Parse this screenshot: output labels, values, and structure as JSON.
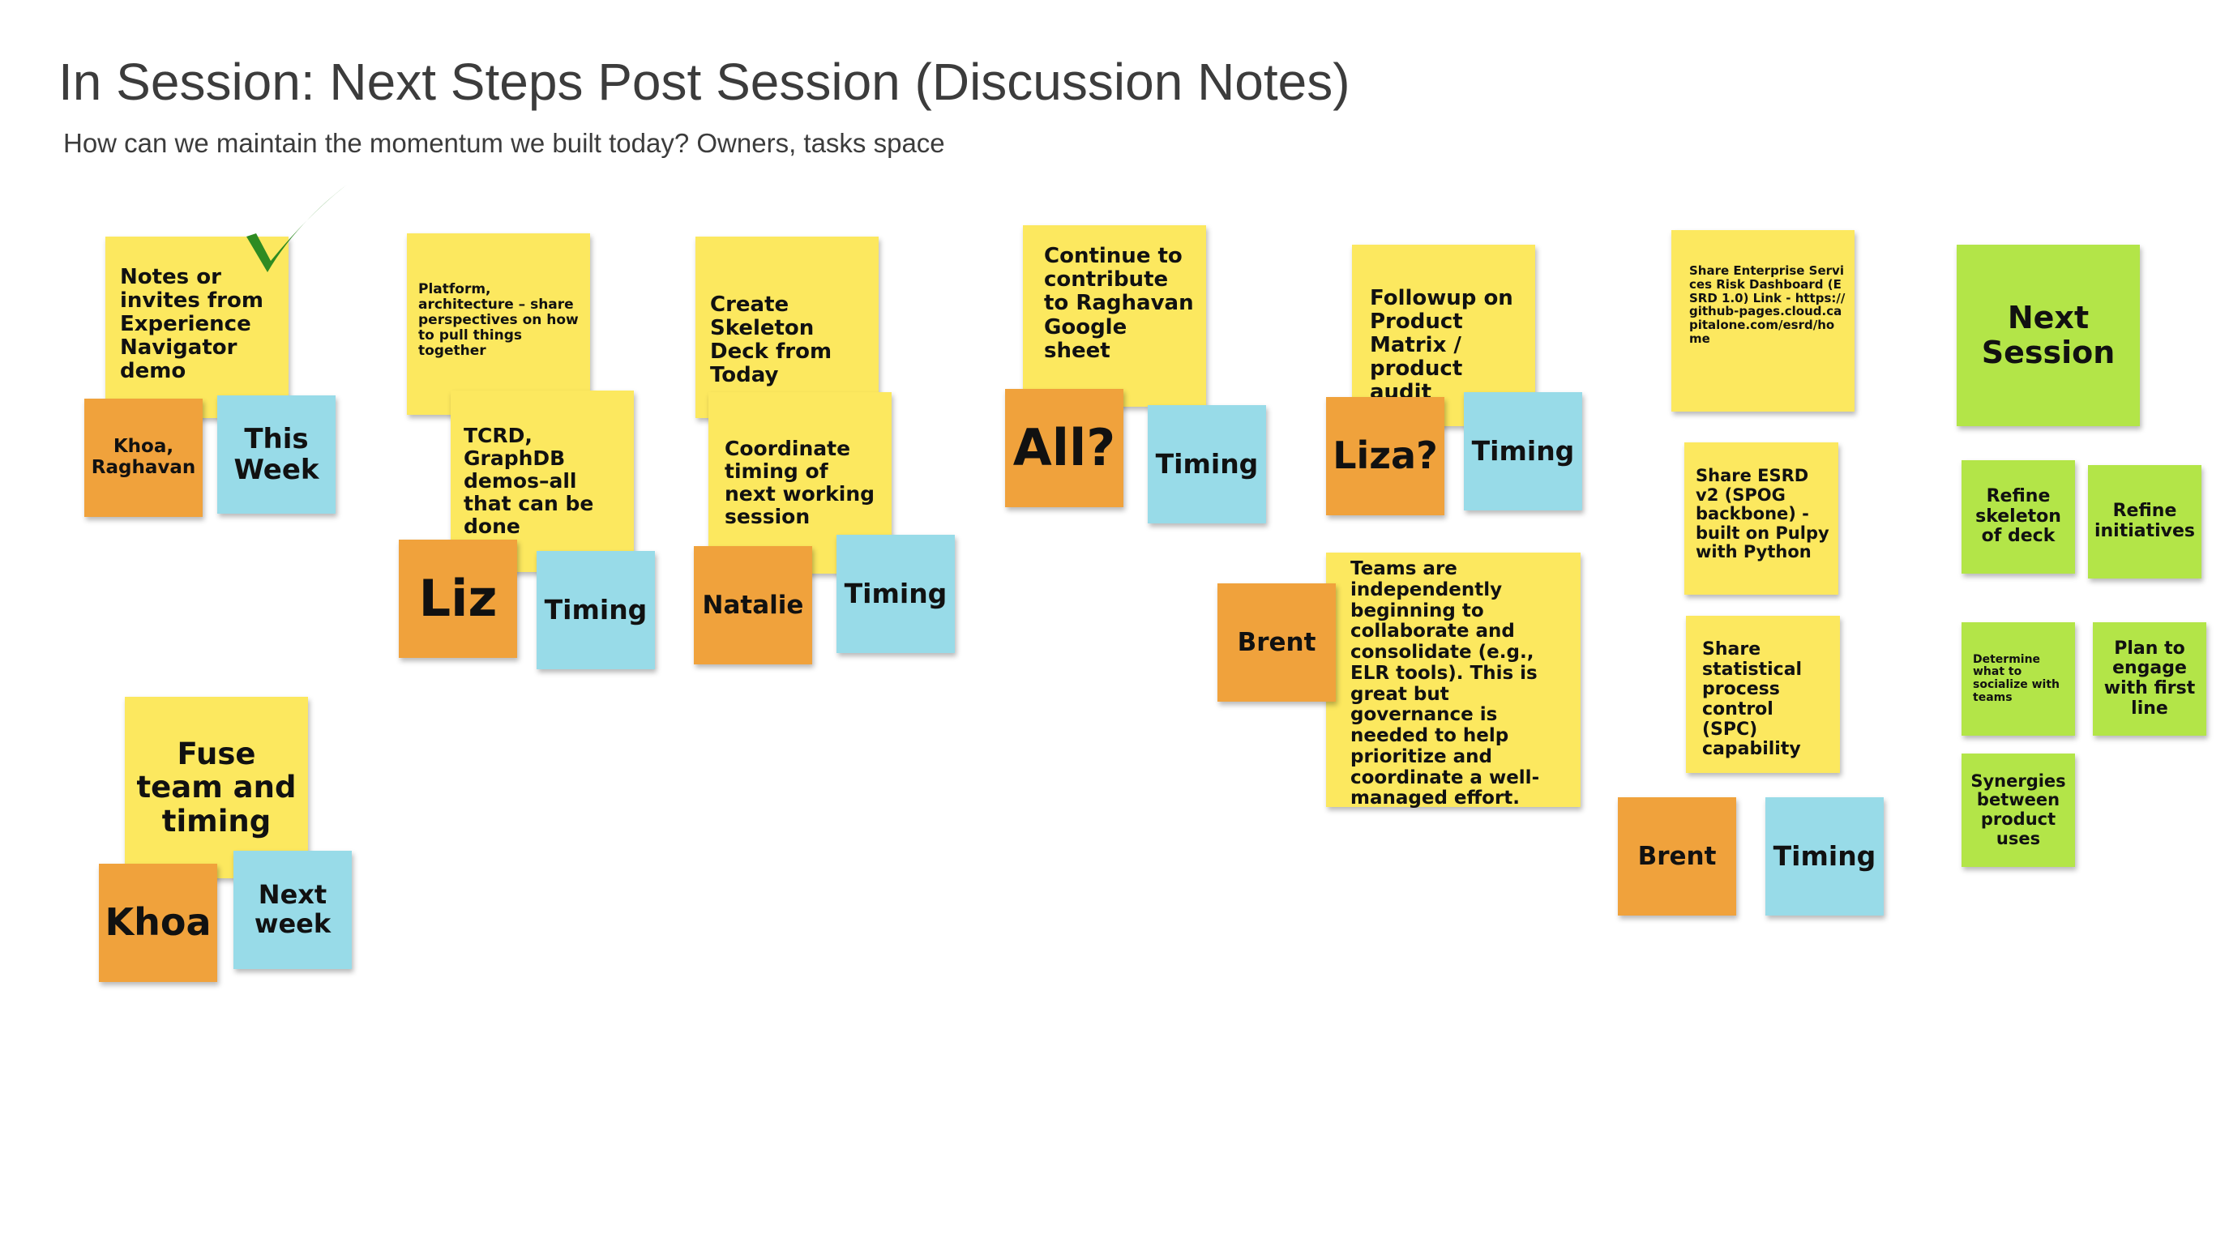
{
  "page": {
    "title": "In Session: Next Steps Post Session (Discussion Notes)",
    "subtitle": "How can we maintain the momentum we built today? Owners, tasks space"
  },
  "colors": {
    "task": "#fce85f",
    "owner": "#f0a23c",
    "timing": "#98dbe8",
    "next_session": "#b3e548",
    "checkmark": "#2e8b22"
  },
  "icons": {
    "done": "checkmark-icon"
  },
  "notes": {
    "col1": {
      "task": "Notes or invites from Experience Navigator demo",
      "owner": "Khoa, Raghavan",
      "timing": "This Week",
      "task2": "Fuse team and timing",
      "owner2": "Khoa",
      "timing2": "Next week"
    },
    "col2": {
      "task": "Platform, architecture – share perspectives on how to pull things together",
      "task2": "TCRD, GraphDB demos–all that can be done",
      "owner": "Liz",
      "timing": "Timing"
    },
    "col3": {
      "task": "Create Skeleton Deck from Today",
      "task2": "Coordinate timing of next working session",
      "owner": "Natalie",
      "timing": "Timing"
    },
    "col4": {
      "task": "Continue to contribute to Raghavan Google sheet",
      "owner": "All?",
      "timing": "Timing"
    },
    "col5": {
      "task": "Followup on Product Matrix / product audit",
      "owner": "Liza?",
      "timing": "Timing",
      "task2": "Teams are independently beginning to collaborate and consolidate (e.g., ELR tools). This is great but governance is needed to help prioritize and coordinate a well-managed effort.",
      "owner2": "Brent"
    },
    "col6": {
      "task": "Share Enterprise Services Risk Dashboard (ESRD 1.0) Link - https://github-pages.cloud.capitalone.com/esrd/home",
      "task2": "Share ESRD v2 (SPOG backbone) - built on Pulpy with Python",
      "task3": "Share statistical process control (SPC) capability",
      "owner": "Brent",
      "timing": "Timing"
    },
    "next_session": {
      "header": "Next Session",
      "items": [
        "Refine skeleton of deck",
        "Refine initiatives",
        "Determine what to socialize with teams",
        "Plan to engage with first line",
        "Synergies between product uses"
      ]
    }
  }
}
